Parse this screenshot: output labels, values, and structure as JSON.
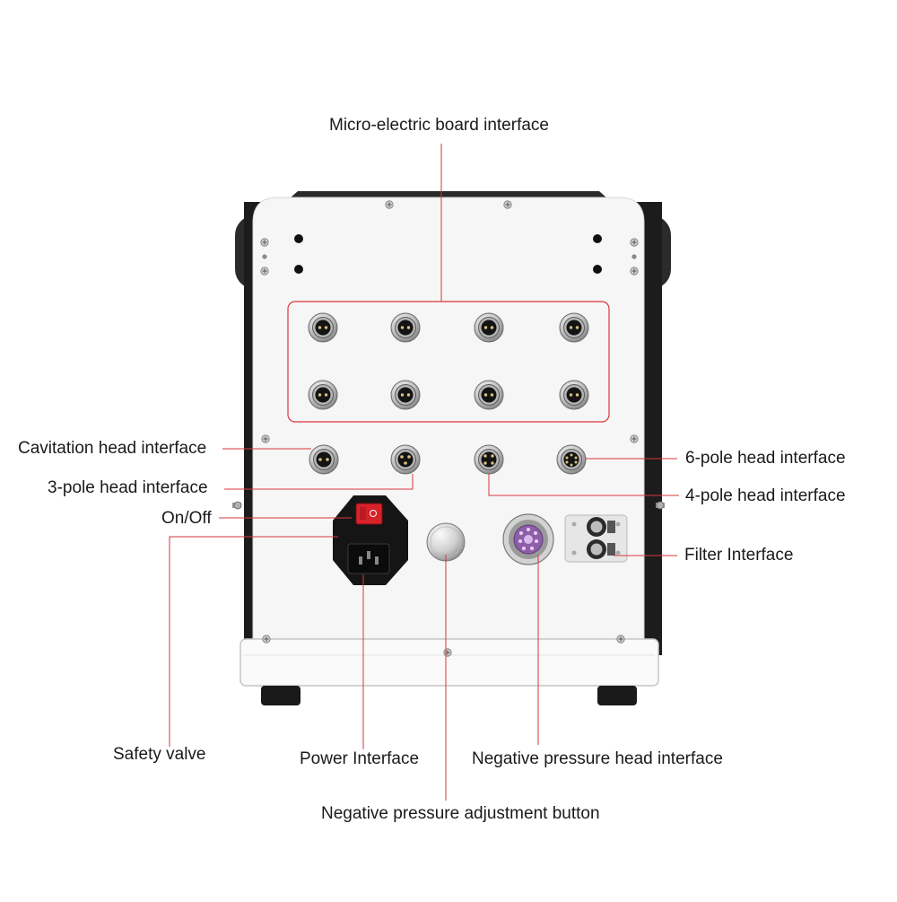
{
  "labels": {
    "micro_electric": "Micro-electric board interface",
    "cavitation": "Cavitation head interface",
    "three_pole": "3-pole head interface",
    "on_off": "On/Off",
    "six_pole": "6-pole head interface",
    "four_pole": "4-pole head interface",
    "filter": "Filter Interface",
    "safety_valve": "Safety valve",
    "power": "Power Interface",
    "neg_pressure_head": "Negative pressure head interface",
    "neg_pressure_button": "Negative pressure adjustment button"
  },
  "colors": {
    "leader_line": "#d9363e",
    "callout_box": "#d9363e",
    "switch": "#d8222a",
    "cabinet_dark": "#1c1c1c",
    "panel": "#f6f6f6"
  },
  "icons": {
    "connector": "circular-pin-connector",
    "screw": "phillips-screw",
    "switch": "rocker-switch",
    "power_socket": "iec-power-socket",
    "knob": "metal-knob",
    "vacuum_port": "negative-pressure-port",
    "filter": "filter-interface"
  }
}
